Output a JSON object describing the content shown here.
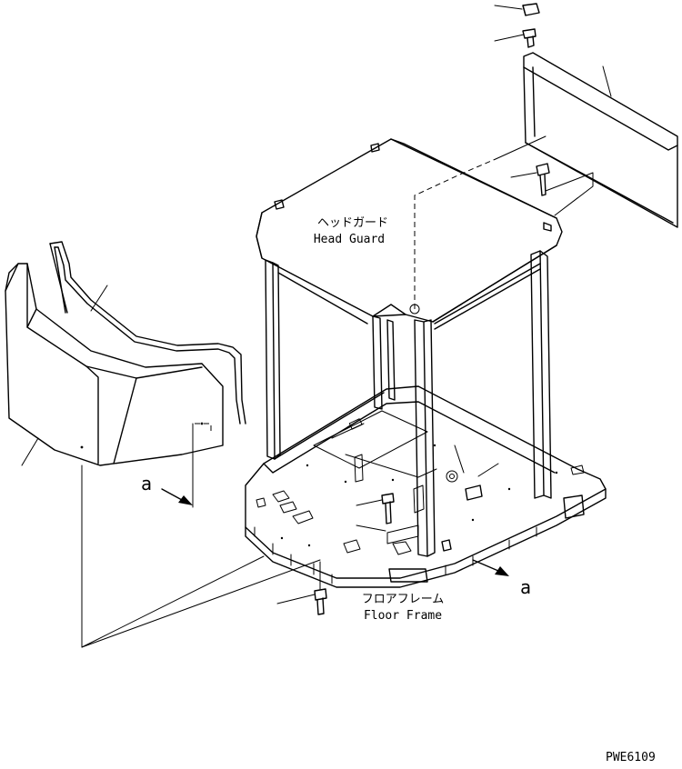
{
  "labels": {
    "head_guard_jp": "ヘッドガード",
    "head_guard_en": "Head Guard",
    "floor_frame_jp": "フロアフレーム",
    "floor_frame_en": "Floor Frame",
    "view_a_left": "a",
    "view_a_right": "a",
    "drawing_number": "PWE6109"
  }
}
